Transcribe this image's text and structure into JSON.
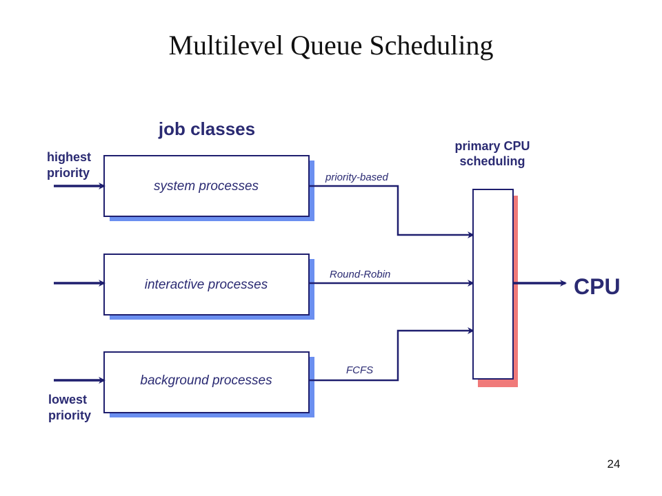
{
  "slide": {
    "title": "Multilevel Queue Scheduling",
    "page_number": "24"
  },
  "diagram": {
    "header": "job classes",
    "priority_high": [
      "highest",
      "priority"
    ],
    "priority_low": [
      "lowest",
      "priority"
    ],
    "queues": [
      {
        "label": "system processes",
        "policy": "priority-based"
      },
      {
        "label": "interactive processes",
        "policy": "Round-Robin"
      },
      {
        "label": "background processes",
        "policy": "FCFS"
      }
    ],
    "scheduler_label": [
      "primary CPU",
      "scheduling"
    ],
    "cpu_label": "CPU",
    "colors": {
      "ink": "#1e1e6e",
      "queue_shadow": "#6b8ff0",
      "scheduler_shadow": "#f07a7a"
    }
  }
}
